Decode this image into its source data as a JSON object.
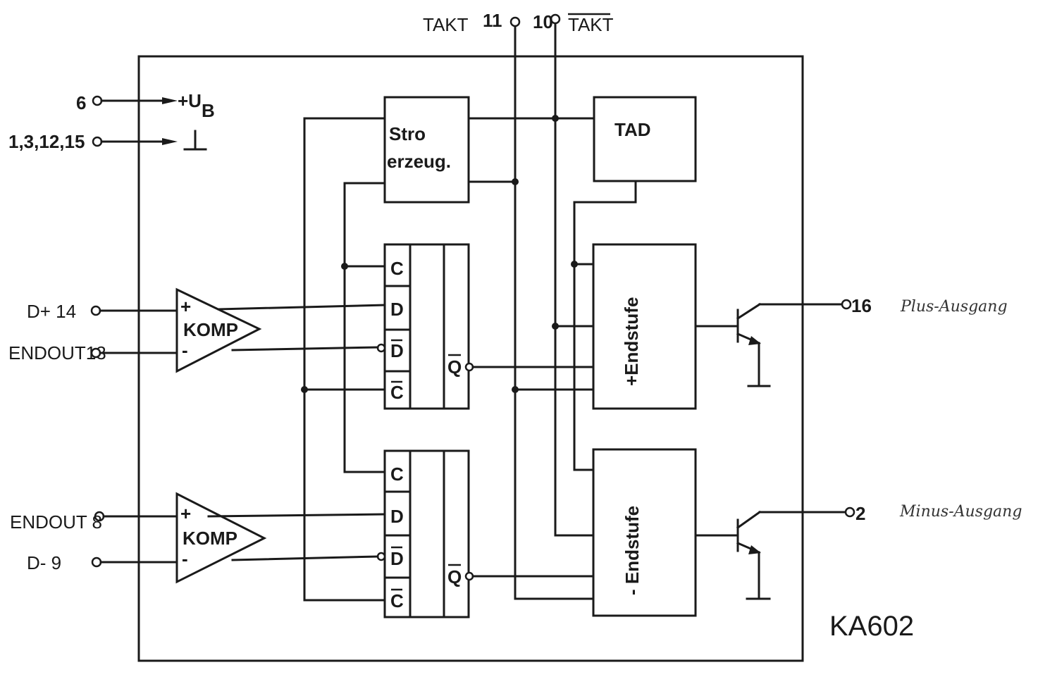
{
  "title": "KA602",
  "pins": {
    "ub_pin": "6",
    "ub_label": "+U",
    "ub_sub": "B",
    "gnd_pins": "1,3,12,15",
    "gnd_symbol": "⊥",
    "dplus": "D+ 14",
    "endout13": "ENDOUT13",
    "endout8": "ENDOUT 8",
    "dminus": "D-   9",
    "takt_label": "TAKT",
    "takt_pin": "11",
    "taktn_pin": "10",
    "taktn_label": "TAKT",
    "out_plus_pin": "16",
    "out_plus_label": "Plus-Ausgang",
    "out_minus_pin": "2",
    "out_minus_label": "Minus-Ausgang"
  },
  "blocks": {
    "strobe_line1": "Stro",
    "strobe_line2": "erzeug.",
    "tad": "TAD",
    "komp": "KOMP",
    "plus": "+",
    "minus": "-",
    "ff_c": "C",
    "ff_d": "D",
    "ff_dn": "D",
    "ff_cn": "C",
    "ff_q": "Q",
    "endstufe_plus": "+Endstufe",
    "endstufe_minus": "- Endstufe"
  }
}
